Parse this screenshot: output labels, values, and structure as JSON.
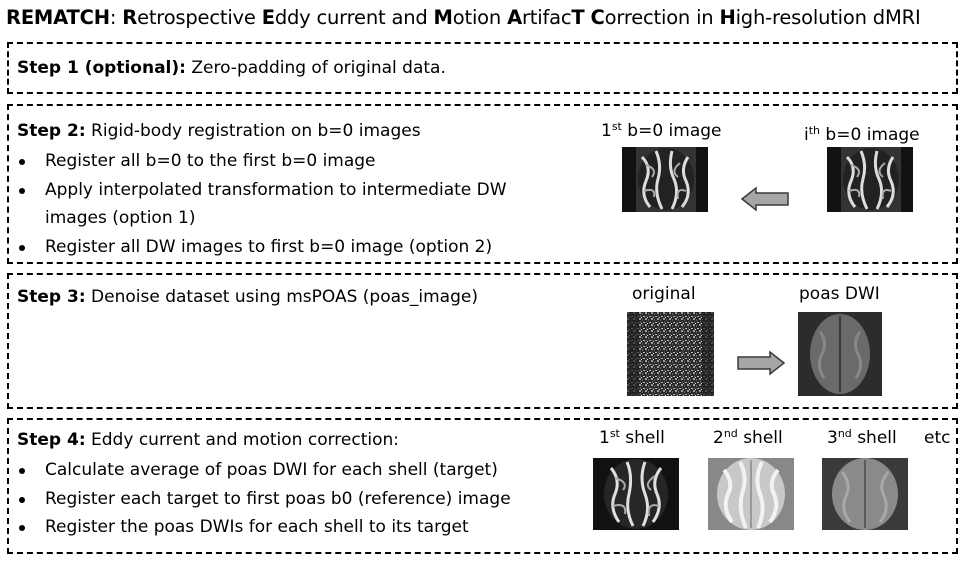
{
  "title": {
    "parts": [
      {
        "text": "REMATCH",
        "bold": true
      },
      {
        "text": ": ",
        "bold": false
      },
      {
        "text": "R",
        "bold": true
      },
      {
        "text": "etrospective ",
        "bold": false
      },
      {
        "text": "E",
        "bold": true
      },
      {
        "text": "ddy current and ",
        "bold": false
      },
      {
        "text": "M",
        "bold": true
      },
      {
        "text": "otion ",
        "bold": false
      },
      {
        "text": "A",
        "bold": true
      },
      {
        "text": "rtifac",
        "bold": false
      },
      {
        "text": "T",
        "bold": true
      },
      {
        "text": " ",
        "bold": false
      },
      {
        "text": "C",
        "bold": true
      },
      {
        "text": "orrection in ",
        "bold": false
      },
      {
        "text": "H",
        "bold": true
      },
      {
        "text": "igh-resolution dMRI",
        "bold": false
      }
    ]
  },
  "step1": {
    "label": "Step 1 (optional):",
    "text": " Zero-padding of original data."
  },
  "step2": {
    "label": "Step 2:",
    "text": " Rigid-body registration on b=0 images",
    "bullets": [
      "Register all b=0 to the first b=0 image",
      "Apply interpolated transformation to intermediate DW images (option 1)",
      "Register all DW images to first b=0 image (option 2)"
    ],
    "img1_num": "1",
    "img1_sup": "st",
    "img1_rest": " b=0 image",
    "img2_num": "i",
    "img2_sup": "th",
    "img2_rest": " b=0 image"
  },
  "step3": {
    "label": "Step 3:",
    "text": " Denoise dataset using msPOAS (poas_image)",
    "img1_caption": "original",
    "img2_caption": "poas DWI"
  },
  "step4": {
    "label": "Step 4:",
    "text": "  Eddy current and motion correction:",
    "bullets": [
      "Calculate average of poas DWI for each shell (target)",
      "Register each target to first poas b0 (reference) image",
      "Register the poas DWIs for each shell to its target"
    ],
    "shell1_num": "1",
    "shell1_sup": "st",
    "shell1_rest": " shell",
    "shell2_num": "2",
    "shell2_sup": "nd",
    "shell2_rest": " shell",
    "shell3_num": "3",
    "shell3_sup": "nd",
    "shell3_rest": " shell",
    "etc": "etc"
  },
  "colors": {
    "arrow_fill": "#a6a6a6",
    "arrow_stroke": "#3a3a3a",
    "border": "#000000"
  }
}
